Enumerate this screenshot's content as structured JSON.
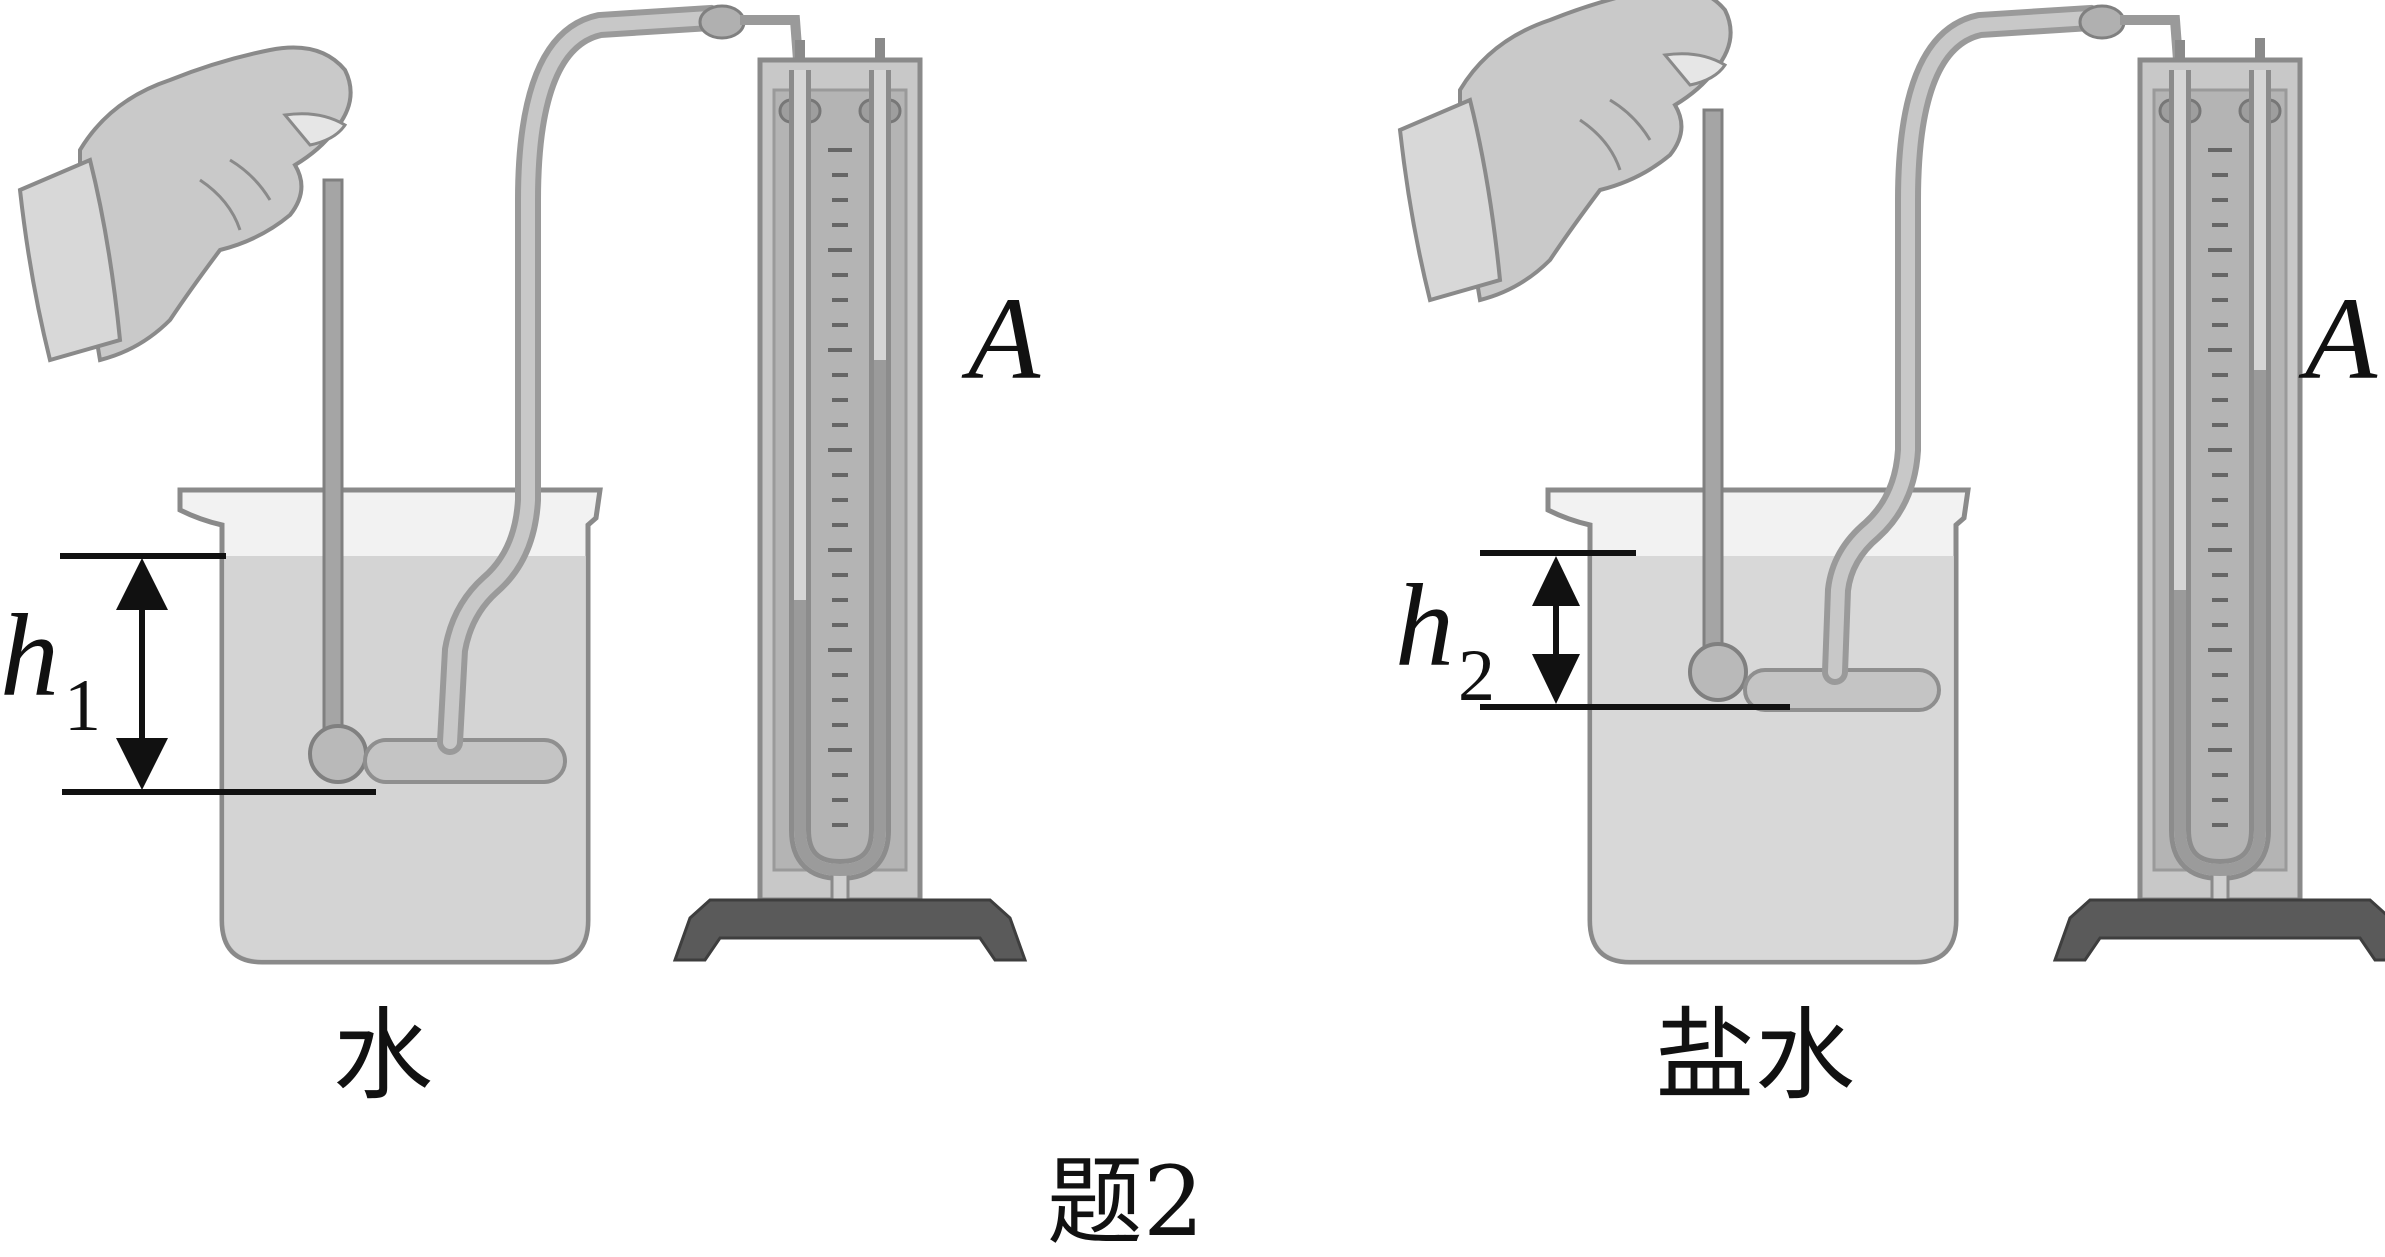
{
  "figure": {
    "caption": "题2",
    "left": {
      "liquid": "水",
      "depth_var": "h",
      "depth_sub": "1",
      "gauge_label": "A"
    },
    "right": {
      "liquid": "盐水",
      "depth_var": "h",
      "depth_sub": "2",
      "gauge_label": "A"
    }
  },
  "colors": {
    "outline": "#8a8a8a",
    "liquid": "#cfcfcf",
    "liquid_light": "#e2e2e2",
    "metal": "#a8a8a8",
    "base": "#5a5a5a",
    "ink": "#111111"
  }
}
